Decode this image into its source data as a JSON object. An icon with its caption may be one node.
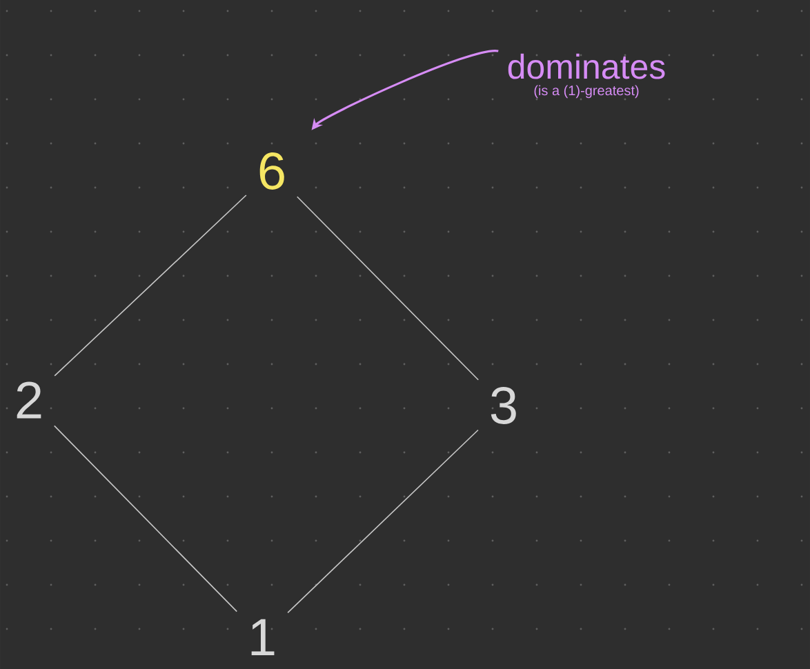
{
  "diagram": {
    "nodes": [
      {
        "text": [
          "dominates",
          "(is a (1)-greatest)"
        ]
      },
      {
        "text": [
          "6"
        ]
      },
      {
        "text": [
          "2"
        ]
      },
      {
        "text": [
          "3"
        ]
      },
      {
        "text": [
          "1"
        ]
      }
    ],
    "edges": [
      {
        "from": 0,
        "to": 1,
        "arrow": "to",
        "color": "#d68cf5"
      },
      {
        "from": 1,
        "to": 2,
        "arrow": "none"
      },
      {
        "from": 1,
        "to": 3,
        "arrow": "none"
      },
      {
        "from": 2,
        "to": 4,
        "arrow": "none"
      },
      {
        "from": 3,
        "to": 4,
        "arrow": "none"
      }
    ]
  }
}
